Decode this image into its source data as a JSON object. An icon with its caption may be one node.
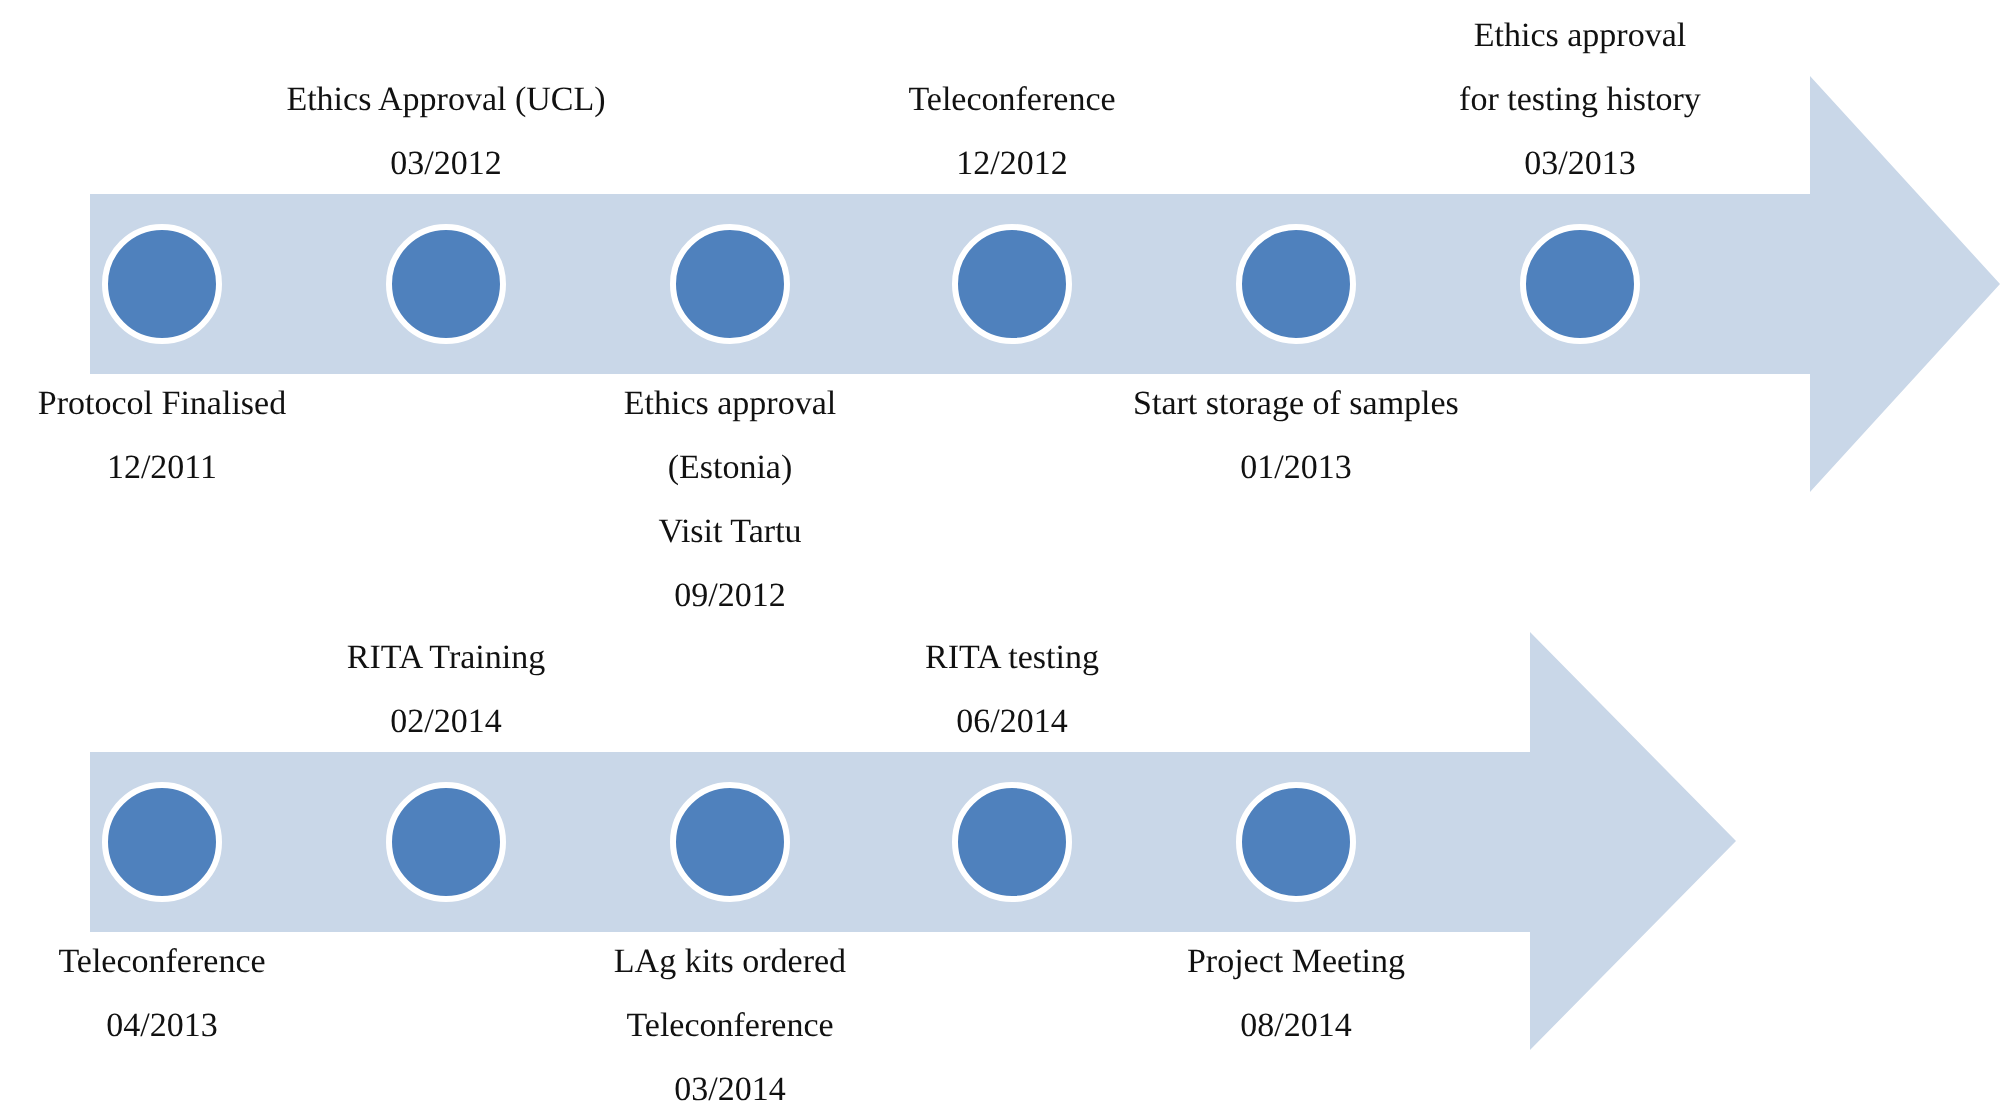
{
  "diagram": {
    "nodes": [
      {
        "text": [],
        "shape": "arrow"
      },
      {
        "text": [],
        "shape": "circle",
        "in": 0,
        "beside": [
          "Protocol Finalised",
          "12/2011"
        ]
      },
      {
        "text": [],
        "shape": "circle",
        "in": 0,
        "beside": [
          "Ethics Approval (UCL)",
          "03/2012"
        ]
      },
      {
        "text": [],
        "shape": "circle",
        "in": 0,
        "beside": [
          "Ethics approval (Estonia)",
          "Visit Tartu",
          "09/2012"
        ]
      },
      {
        "text": [],
        "shape": "circle",
        "in": 0,
        "beside": [
          "Teleconference",
          "12/2012"
        ]
      },
      {
        "text": [],
        "shape": "circle",
        "in": 0,
        "beside": [
          "Start storage of samples",
          "01/2013"
        ]
      },
      {
        "text": [],
        "shape": "circle",
        "in": 0,
        "beside": [
          "Ethics approval for testing history",
          "03/2013"
        ]
      },
      {
        "text": [],
        "shape": "arrow"
      },
      {
        "text": [],
        "shape": "circle",
        "in": 7,
        "beside": [
          "Teleconference",
          "04/2013"
        ]
      },
      {
        "text": [],
        "shape": "circle",
        "in": 7,
        "beside": [
          "RITA Training",
          "02/2014"
        ]
      },
      {
        "text": [],
        "shape": "circle",
        "in": 7,
        "beside": [
          "LAg kits ordered",
          "Teleconference",
          "03/2014"
        ]
      },
      {
        "text": [],
        "shape": "circle",
        "in": 7,
        "beside": [
          "RITA testing",
          "06/2014"
        ]
      },
      {
        "text": [],
        "shape": "circle",
        "in": 7,
        "beside": [
          "Project Meeting",
          "08/2014"
        ]
      }
    ]
  }
}
